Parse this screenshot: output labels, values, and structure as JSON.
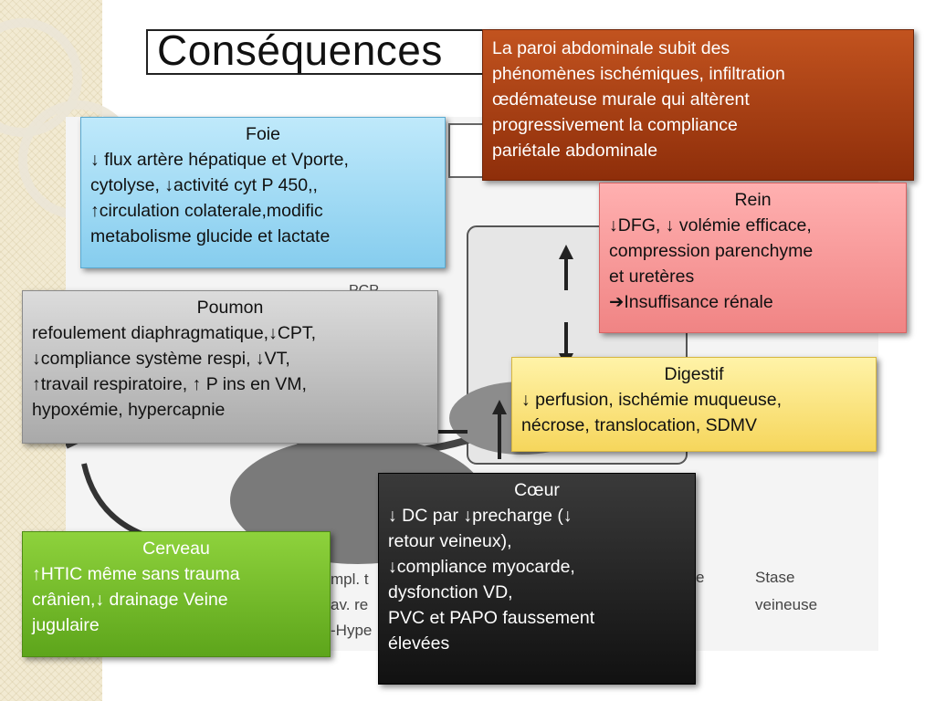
{
  "title": "Conséquences",
  "background_figure": {
    "labels": [
      "PCP",
      "mpl. t",
      "av. re",
      "-Hype",
      "e",
      "Stase",
      "veineuse"
    ]
  },
  "boxes": {
    "paroi": {
      "lines": [
        "La paroi abdominale subit des",
        "phénomènes ischémiques, infiltration",
        "œdémateuse murale qui altèrent",
        "progressivement la compliance",
        "pariétale abdominale"
      ]
    },
    "foie": {
      "head": "Foie",
      "lines": [
        "↓ flux artère hépatique et Vporte,",
        "cytolyse, ↓activité cyt P 450,,",
        "↑circulation colaterale,modific",
        "metabolisme glucide et lactate"
      ]
    },
    "rein": {
      "head": "Rein",
      "lines": [
        "↓DFG, ↓ volémie efficace,",
        "compression parenchyme",
        "et uretères",
        "➔Insuffisance rénale"
      ]
    },
    "poumon": {
      "head": "Poumon",
      "lines": [
        "refoulement diaphragmatique,↓CPT,",
        "↓compliance système respi, ↓VT,",
        "↑travail respiratoire, ↑ P ins en VM,",
        "hypoxémie, hypercapnie"
      ]
    },
    "digestif": {
      "head": "Digestif",
      "lines": [
        "↓ perfusion, ischémie muqueuse,",
        "nécrose, translocation, SDMV"
      ]
    },
    "coeur": {
      "head": "Cœur",
      "lines": [
        "↓ DC par ↓precharge (↓",
        "retour veineux),",
        "↓compliance myocarde,",
        "dysfonction VD,",
        "PVC et PAPO faussement",
        "élevées"
      ]
    },
    "cerveau": {
      "head": "Cerveau",
      "lines": [
        "↑HTIC même sans trauma",
        "crânien,↓ drainage Veine",
        "jugulaire"
      ]
    }
  }
}
